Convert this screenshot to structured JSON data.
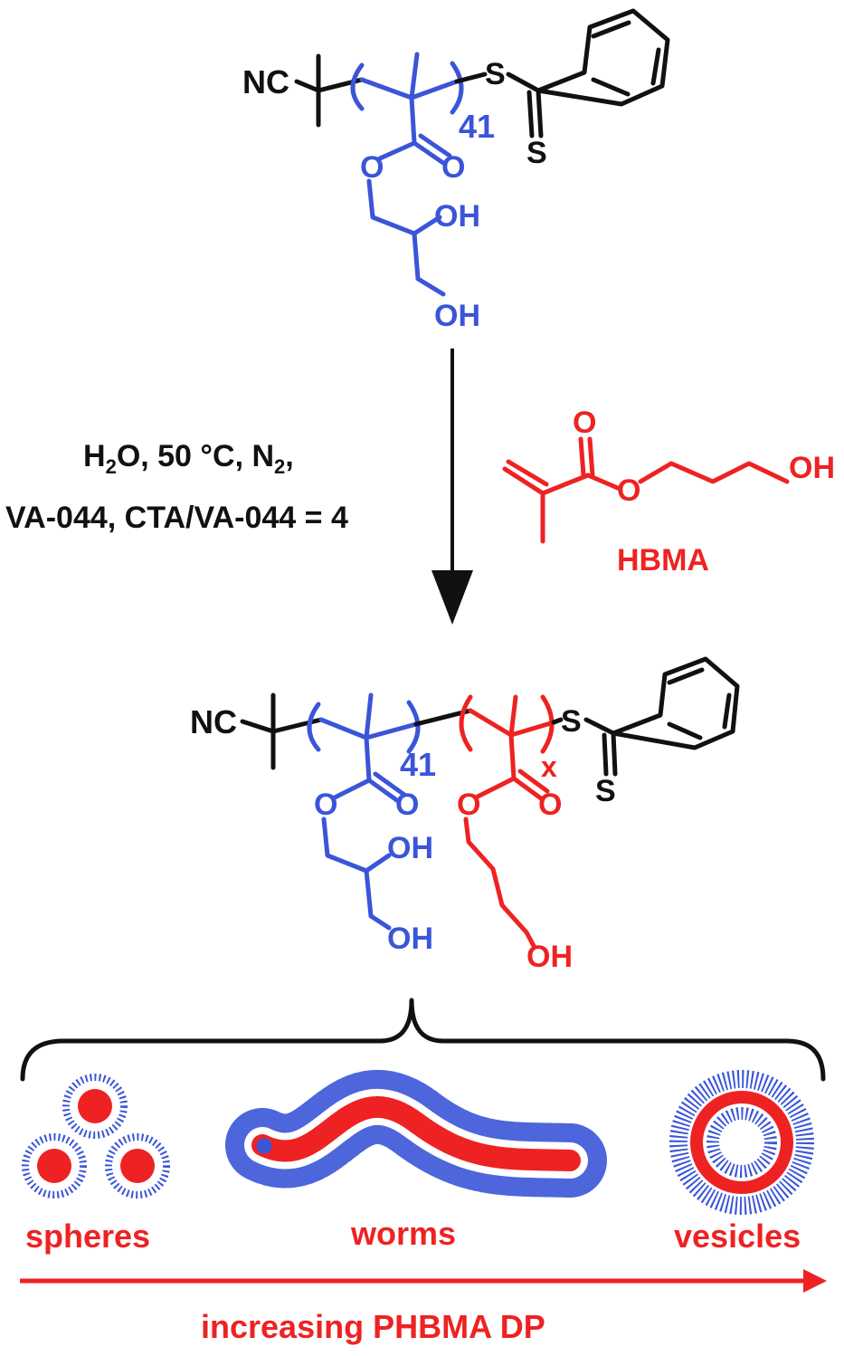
{
  "reactant": {
    "end_group": "NC",
    "dp": "41",
    "sulfur_chain": "S",
    "sulfur_double": "S",
    "oxygen_ester": "O",
    "oxygen_carbonyl": "O",
    "hydroxyl_1": "OH",
    "hydroxyl_2": "OH"
  },
  "conditions": {
    "line1_prefix": "H",
    "line1_sub": "2",
    "line1_middle": "O, 50 °C, N",
    "line1_sub2": "2",
    "line1_suffix": ",",
    "line2": "VA-044, CTA/VA-044 = 4"
  },
  "monomer": {
    "carbonyl_o": "O",
    "ester_o": "O",
    "hydroxyl": "OH",
    "name": "HBMA"
  },
  "product": {
    "end_group": "NC",
    "dp_pgma": "41",
    "dp_phbma": "x",
    "sulfur_chain": "S",
    "sulfur_double": "S",
    "blue_ester_o": "O",
    "blue_carbonyl_o": "O",
    "red_ester_o": "O",
    "red_carbonyl_o": "O",
    "blue_oh_1": "OH",
    "blue_oh_2": "OH",
    "red_oh": "OH"
  },
  "morphologies": {
    "labels": [
      "spheres",
      "worms",
      "vesicles"
    ],
    "axis_label": "increasing PHBMA DP"
  },
  "colors": {
    "pgma": "#3a55d8",
    "phbma": "#ee2222",
    "black": "#111111"
  }
}
